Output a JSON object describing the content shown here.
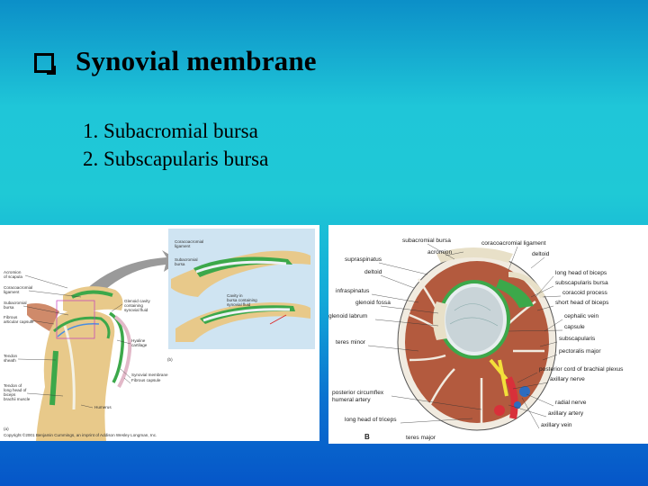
{
  "slide": {
    "title": "Synovial membrane",
    "items": [
      "1. Subacromial bursa",
      "2. Subscapularis bursa"
    ]
  },
  "left_figure": {
    "labels_left": [
      "Acromion",
      "of scapula",
      "Coracoacromial",
      "ligament",
      "Subacromial",
      "bursa",
      "Fibrous",
      "articular capsule",
      "Tendon",
      "sheath",
      "Tendon of",
      "long head of",
      "biceps",
      "brachii muscle"
    ],
    "labels_inset": [
      "Coracoacromial",
      "ligament",
      "Subacromial",
      "bursa",
      "Cavity in",
      "bursa containing",
      "synovial fluid"
    ],
    "labels_right": [
      "Glenoid cavity",
      "containing",
      "synovial fluid",
      "Hyaline",
      "cartilage",
      "Synovial membrane",
      "Fibrous capsule",
      "Humerus"
    ],
    "panel_tags": [
      "(a)",
      "(b)"
    ],
    "copyright": "Copyright ©2001 Benjamin Cummings, an imprint of Addison Wesley Longman, Inc."
  },
  "right_figure": {
    "labels_top": [
      "subacromial bursa",
      "coracoacromial ligament",
      "acromion",
      "deltoid",
      "supraspinatus",
      "deltoid"
    ],
    "labels_left": [
      "infraspinatus",
      "glenoid fossa",
      "glenoid labrum",
      "teres minor",
      "posterior circumflex",
      "humeral artery",
      "long head of triceps",
      "teres major"
    ],
    "labels_right": [
      "long head of biceps",
      "subscapularis bursa",
      "coracoid process",
      "short head of biceps",
      "cephalic vein",
      "capsule",
      "subscapularis",
      "pectoralis major",
      "posterior cord of brachial plexus",
      "axillary nerve",
      "radial nerve",
      "axillary artery",
      "axillary vein"
    ],
    "panel_tag": "B"
  },
  "colors": {
    "muscle": "#b35a3e",
    "tendon": "#e9e3d2",
    "bone": "#e8c98a",
    "synovial": "#3ca84a",
    "nerve": "#f3e03a",
    "artery": "#d8303a",
    "vein": "#2d6cc0"
  }
}
